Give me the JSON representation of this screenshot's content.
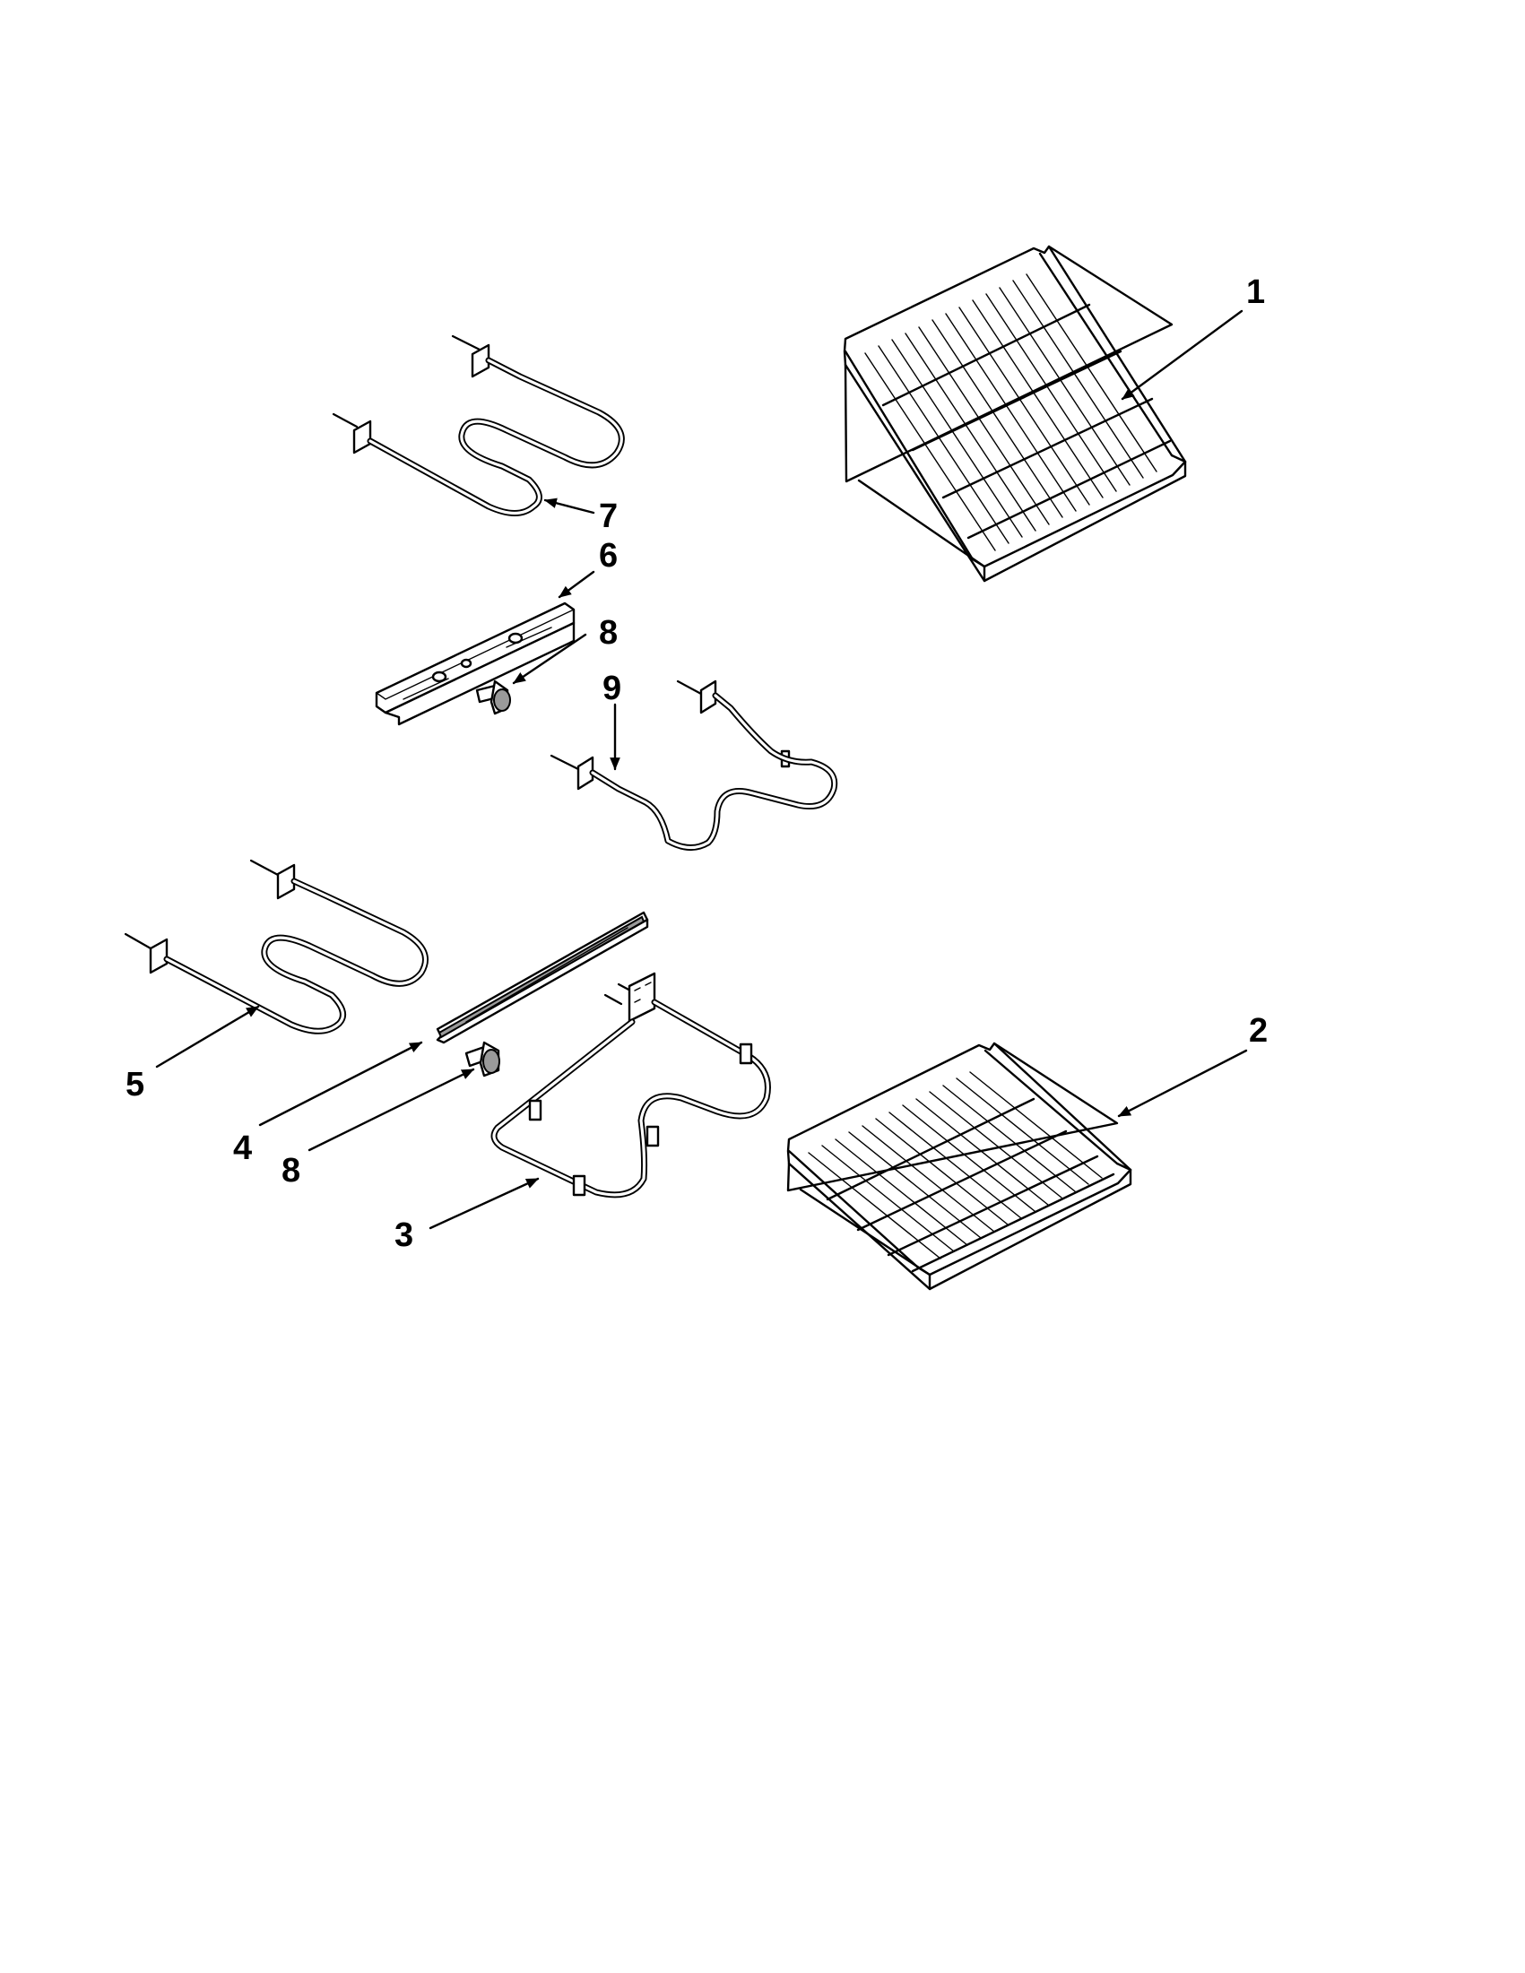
{
  "callouts": [
    {
      "id": "1",
      "label": "1"
    },
    {
      "id": "2",
      "label": "2"
    },
    {
      "id": "3",
      "label": "3"
    },
    {
      "id": "4",
      "label": "4"
    },
    {
      "id": "5",
      "label": "5"
    },
    {
      "id": "6",
      "label": "6"
    },
    {
      "id": "7",
      "label": "7"
    },
    {
      "id": "8a",
      "label": "8"
    },
    {
      "id": "8b",
      "label": "8"
    },
    {
      "id": "9",
      "label": "9"
    }
  ]
}
